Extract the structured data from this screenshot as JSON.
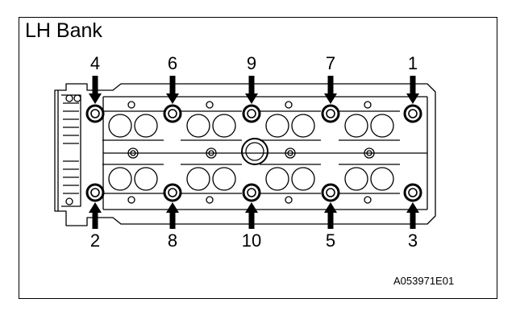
{
  "title": "LH Bank",
  "figure_code": "A053971E01",
  "colors": {
    "line": "#000000",
    "background": "#ffffff"
  },
  "arrow_icon": "arrow-icon",
  "bolts": [
    {
      "label": "4"
    },
    {
      "label": "6"
    },
    {
      "label": "9"
    },
    {
      "label": "7"
    },
    {
      "label": "1"
    },
    {
      "label": "2"
    },
    {
      "label": "8"
    },
    {
      "label": "10"
    },
    {
      "label": "5"
    },
    {
      "label": "3"
    }
  ]
}
